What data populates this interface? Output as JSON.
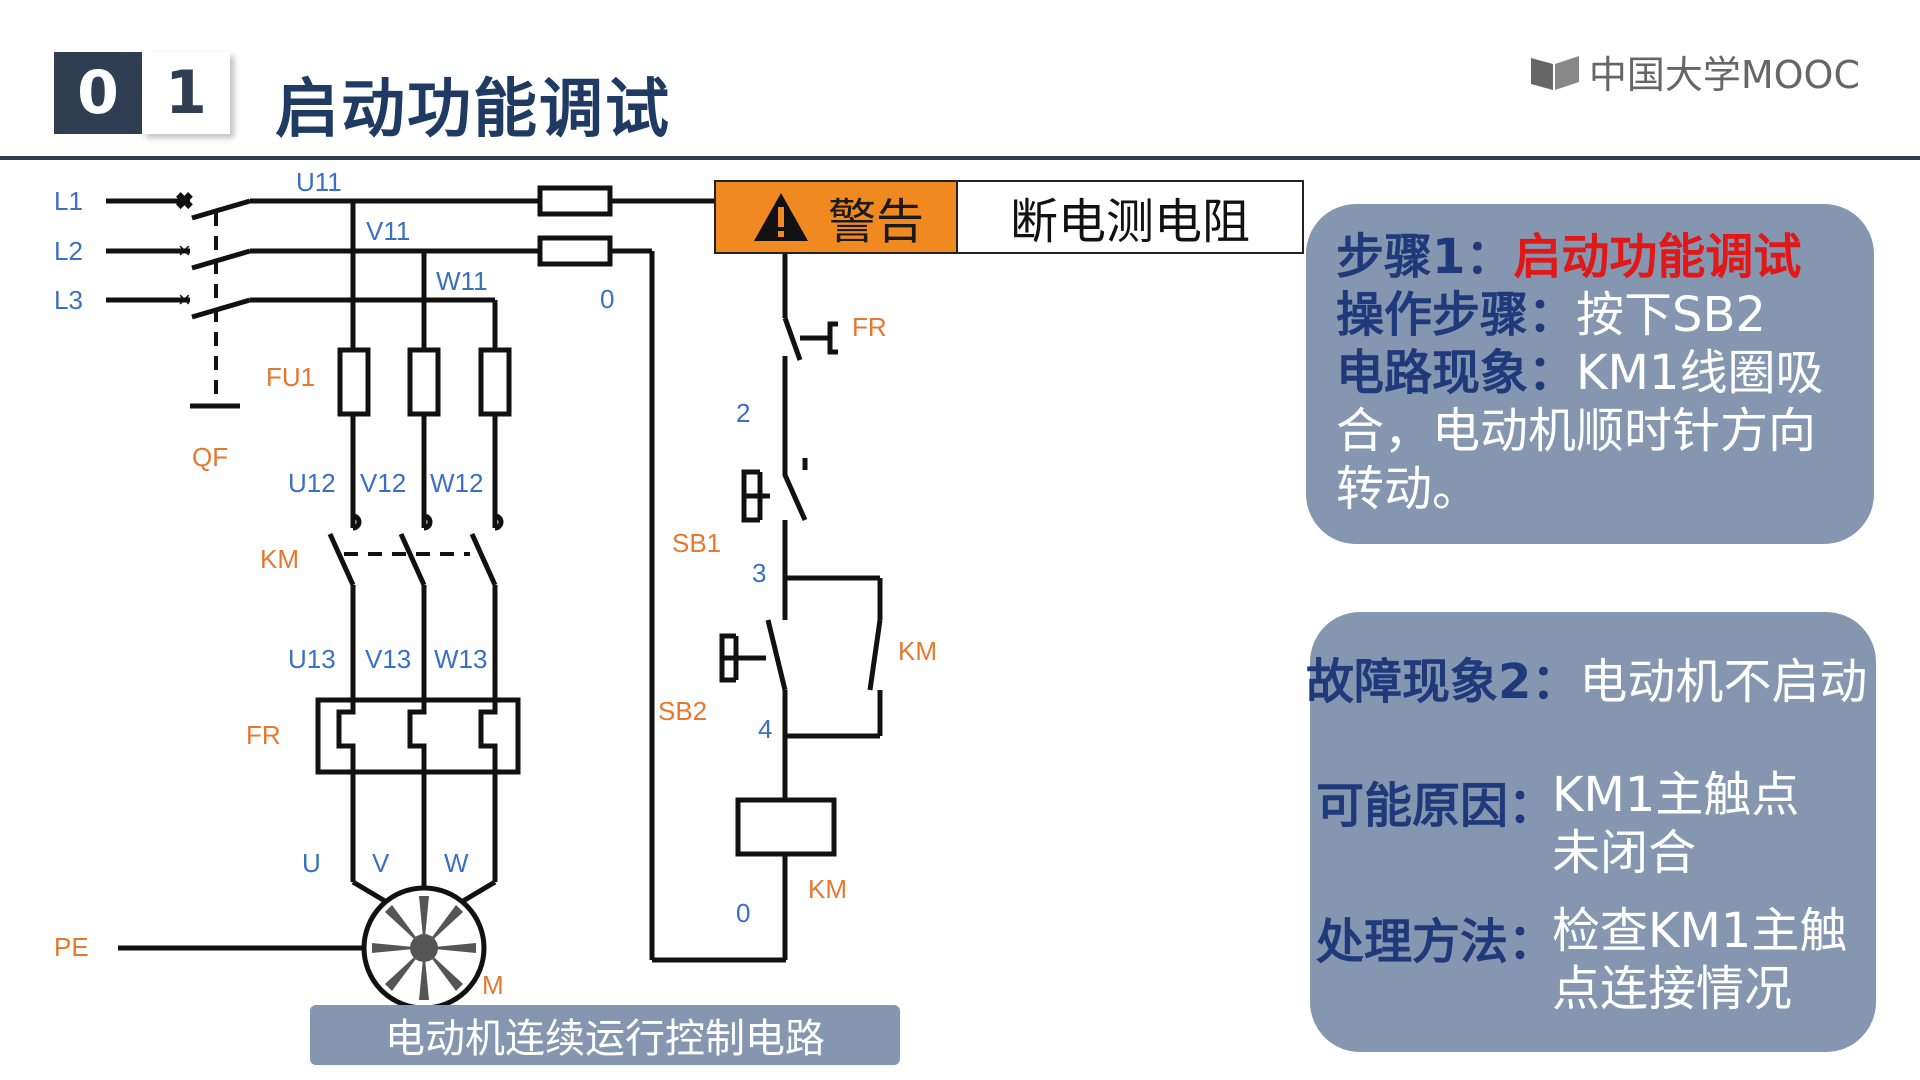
{
  "header": {
    "number_a": "0",
    "number_b": "1",
    "title": "启动功能调试",
    "logo_text": "中国大学MOOC"
  },
  "warning": {
    "label": "警告",
    "message": "断电测电阻"
  },
  "diagram": {
    "caption": "电动机连续运行控制电路",
    "labels": {
      "L1": "L1",
      "L2": "L2",
      "L3": "L3",
      "QF": "QF",
      "FU1": "FU1",
      "U11": "U11",
      "V11": "V11",
      "W11": "W11",
      "zero_top": "0",
      "U12": "U12",
      "V12": "V12",
      "W12": "W12",
      "KM_main": "KM",
      "U13": "U13",
      "V13": "V13",
      "W13": "W13",
      "FR_main": "FR",
      "U": "U",
      "V": "V",
      "W": "W",
      "M": "M",
      "PE": "PE",
      "FR_ctrl": "FR",
      "n2": "2",
      "SB1": "SB1",
      "n3": "3",
      "KM_aux": "KM",
      "SB2": "SB2",
      "n4": "4",
      "KM_coil": "KM",
      "zero_bottom": "0"
    }
  },
  "step_panel": {
    "step_key": "步骤1：",
    "step_val": "启动功能调试",
    "op_key": "操作步骤：",
    "op_val": "按下SB2",
    "phen_key": "电路现象：",
    "phen_val": "KM1线圈吸合，电动机顺时针方向转动。"
  },
  "fault_panel": {
    "fault_key": "故障现象2：",
    "fault_val": "电动机不启动",
    "cause_key": "可能原因：",
    "cause_val": "KM1主触点未闭合",
    "method_key": "处理方法：",
    "method_val": "检查KM1主触点连接情况"
  },
  "colors": {
    "navy": "#2f3e52",
    "title_blue": "#1f3a63",
    "panel": "#8596b0",
    "warning_orange": "#f0891f",
    "label_blue": "#3a6fc4",
    "label_orange": "#e8772e",
    "highlight_red": "#e01818"
  }
}
